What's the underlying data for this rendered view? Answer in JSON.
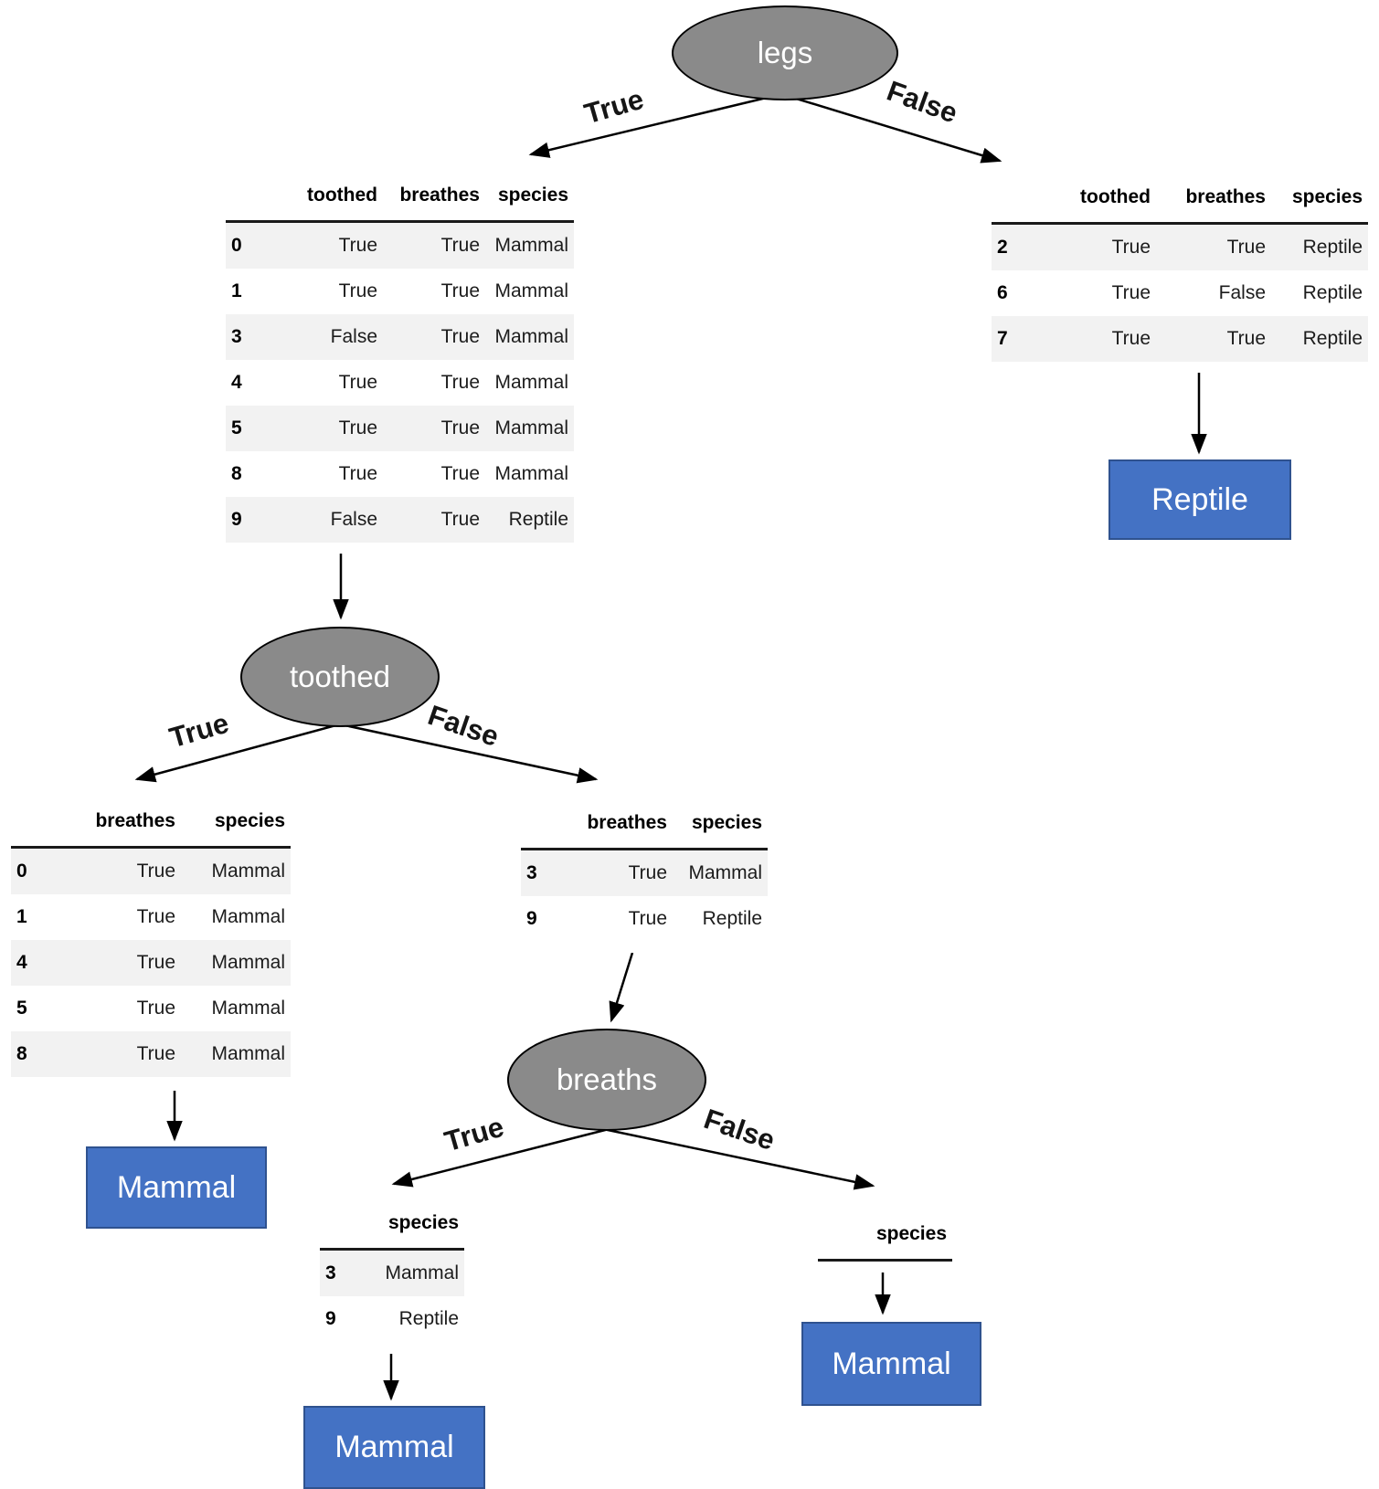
{
  "diagram_type": "decision-tree",
  "colors": {
    "node_fill": "#8a8a8a",
    "node_border": "#000000",
    "leaf_fill": "#4472c4",
    "leaf_border": "#2f528f",
    "leaf_text": "#ffffff",
    "stripe": "#f2f2f2",
    "arrow": "#000000",
    "background": "#ffffff"
  },
  "nodes": {
    "legs": {
      "label": "legs",
      "true_label": "True",
      "false_label": "False"
    },
    "toothed": {
      "label": "toothed",
      "true_label": "True",
      "false_label": "False"
    },
    "breaths": {
      "label": "breaths",
      "true_label": "True",
      "false_label": "False"
    }
  },
  "leaves": {
    "reptile": {
      "label": "Reptile"
    },
    "mammal_left": {
      "label": "Mammal"
    },
    "mammal_center": {
      "label": "Mammal"
    },
    "mammal_right": {
      "label": "Mammal"
    }
  },
  "tables": {
    "legs_true": {
      "columns": [
        "toothed",
        "breathes",
        "species"
      ],
      "rows": [
        [
          "0",
          "True",
          "True",
          "Mammal"
        ],
        [
          "1",
          "True",
          "True",
          "Mammal"
        ],
        [
          "3",
          "False",
          "True",
          "Mammal"
        ],
        [
          "4",
          "True",
          "True",
          "Mammal"
        ],
        [
          "5",
          "True",
          "True",
          "Mammal"
        ],
        [
          "8",
          "True",
          "True",
          "Mammal"
        ],
        [
          "9",
          "False",
          "True",
          "Reptile"
        ]
      ]
    },
    "legs_false": {
      "columns": [
        "toothed",
        "breathes",
        "species"
      ],
      "rows": [
        [
          "2",
          "True",
          "True",
          "Reptile"
        ],
        [
          "6",
          "True",
          "False",
          "Reptile"
        ],
        [
          "7",
          "True",
          "True",
          "Reptile"
        ]
      ]
    },
    "toothed_true": {
      "columns": [
        "breathes",
        "species"
      ],
      "rows": [
        [
          "0",
          "True",
          "Mammal"
        ],
        [
          "1",
          "True",
          "Mammal"
        ],
        [
          "4",
          "True",
          "Mammal"
        ],
        [
          "5",
          "True",
          "Mammal"
        ],
        [
          "8",
          "True",
          "Mammal"
        ]
      ]
    },
    "toothed_false": {
      "columns": [
        "breathes",
        "species"
      ],
      "rows": [
        [
          "3",
          "True",
          "Mammal"
        ],
        [
          "9",
          "True",
          "Reptile"
        ]
      ]
    },
    "breaths_true": {
      "columns": [
        "species"
      ],
      "rows": [
        [
          "3",
          "Mammal"
        ],
        [
          "9",
          "Reptile"
        ]
      ]
    },
    "breaths_false": {
      "columns": [
        "species"
      ],
      "rows": []
    }
  }
}
